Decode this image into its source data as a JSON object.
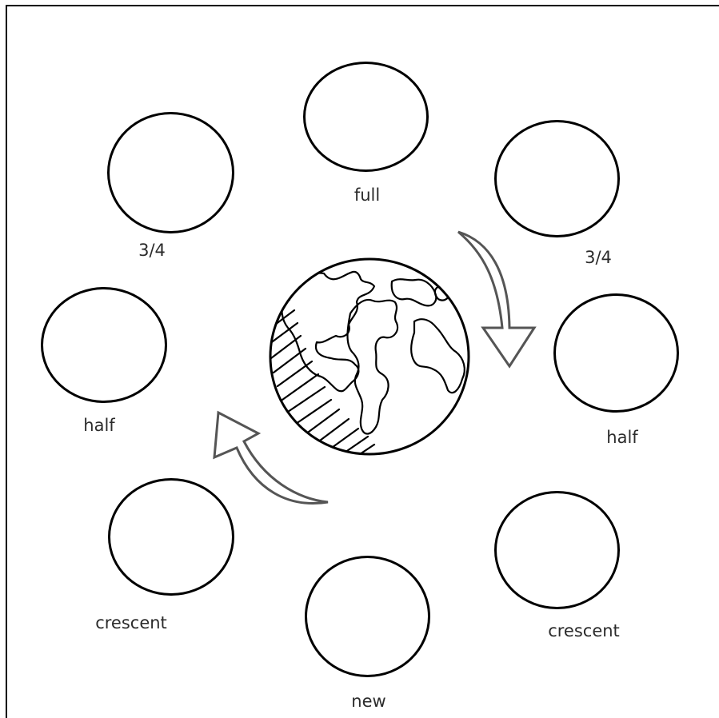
{
  "diagram": {
    "phases": [
      {
        "id": "full",
        "label": "full"
      },
      {
        "id": "three-quarter-right",
        "label": "3/4"
      },
      {
        "id": "half-right",
        "label": "half"
      },
      {
        "id": "crescent-right",
        "label": "crescent"
      },
      {
        "id": "new",
        "label": "new"
      },
      {
        "id": "crescent-left",
        "label": "crescent"
      },
      {
        "id": "half-left",
        "label": "half"
      },
      {
        "id": "three-quarter-left",
        "label": "3/4"
      }
    ],
    "colors": {
      "outline": "#000000",
      "arrow": "#555555",
      "background": "#ffffff"
    }
  }
}
